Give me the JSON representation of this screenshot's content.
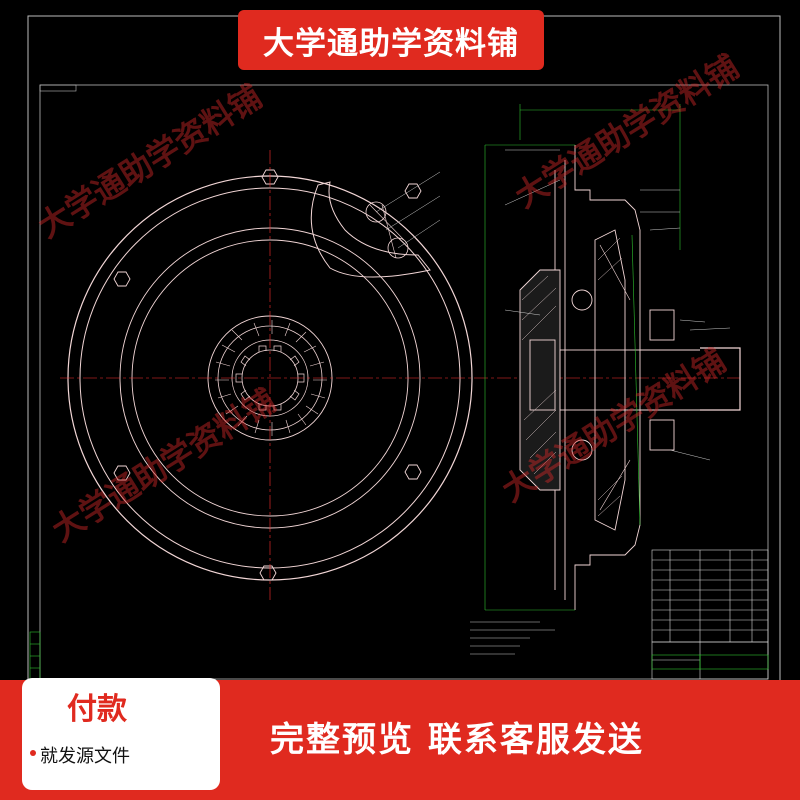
{
  "banner": {
    "text": "大学通助学资料铺"
  },
  "watermark": {
    "text": "大学通助学资料铺"
  },
  "payment": {
    "title": "付款",
    "subtitle": "就发源文件"
  },
  "slogan": {
    "text": "完整预览  联系客服发送"
  },
  "colors": {
    "accent": "#e02a1f",
    "cad_background": "#000000",
    "cad_line": "#f2d6d6",
    "cad_center": "#ff3030",
    "cad_green": "#2ec22e"
  }
}
